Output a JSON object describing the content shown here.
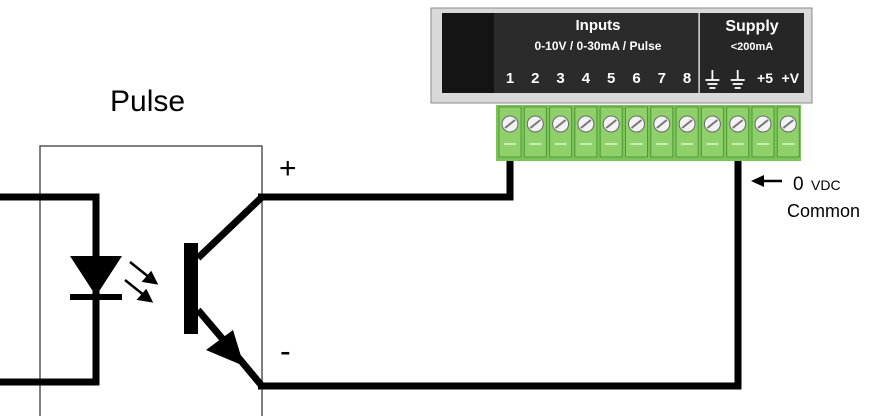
{
  "title": "Pulse",
  "plus_label": "+",
  "minus_label": "-",
  "module": {
    "inputs_heading": "Inputs",
    "inputs_range": "0-10V / 0-30mA / Pulse",
    "supply_heading": "Supply",
    "supply_limit": "<200mA",
    "channel_numbers": [
      "1",
      "2",
      "3",
      "4",
      "5",
      "6",
      "7",
      "8"
    ],
    "supply_terminals": [
      "+5",
      "+V"
    ],
    "ground_symbol_count": 2
  },
  "callout": {
    "value": "0",
    "unit": "VDC",
    "line2": "Common"
  },
  "colors": {
    "module_dark": "#2b2b2b",
    "module_frame": "#d9d9d9",
    "terminal_green": "#7cc35a",
    "terminal_green_dark": "#4f9a38",
    "wire": "#000000"
  }
}
